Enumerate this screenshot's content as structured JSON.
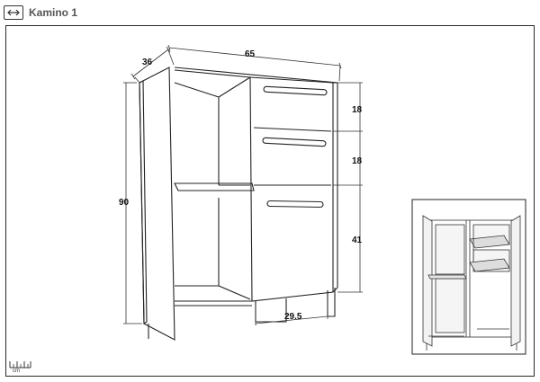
{
  "header": {
    "title": "Kamino 1",
    "logo_icon": "tape-measure-icon"
  },
  "diagram": {
    "dimensions": {
      "depth": "36",
      "width": "65",
      "height": "90",
      "drawer_top": "18",
      "drawer_middle": "18",
      "drawer_bottom": "41",
      "inner_width": "29.5"
    }
  },
  "footer": {
    "unit": "cm",
    "unit_icon": "ruler-icon"
  }
}
